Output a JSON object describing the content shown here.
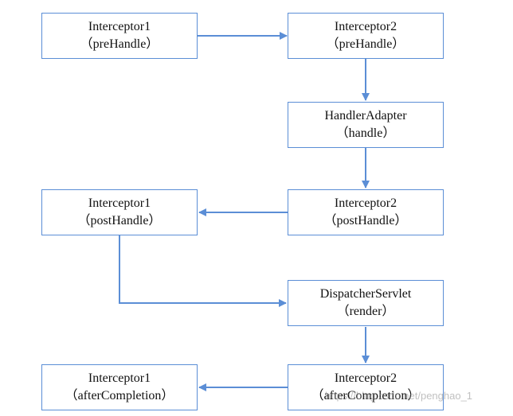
{
  "nodes": {
    "i1_pre": {
      "name": "Interceptor1",
      "method": "（preHandle）"
    },
    "i2_pre": {
      "name": "Interceptor2",
      "method": "（preHandle）"
    },
    "adapter": {
      "name": "HandlerAdapter",
      "method": "（handle）"
    },
    "i2_post": {
      "name": "Interceptor2",
      "method": "（postHandle）"
    },
    "i1_post": {
      "name": "Interceptor1",
      "method": "（postHandle）"
    },
    "dispatch": {
      "name": "DispatcherServlet",
      "method": "（render）"
    },
    "i2_after": {
      "name": "Interceptor2",
      "method": "（afterCompletion）"
    },
    "i1_after": {
      "name": "Interceptor1",
      "method": "（afterCompletion）"
    }
  },
  "watermark": "https://blog.csdn.net/penghao_1",
  "colors": {
    "border": "#5b8ed6",
    "arrow": "#5b8ed6",
    "text": "#111111"
  }
}
